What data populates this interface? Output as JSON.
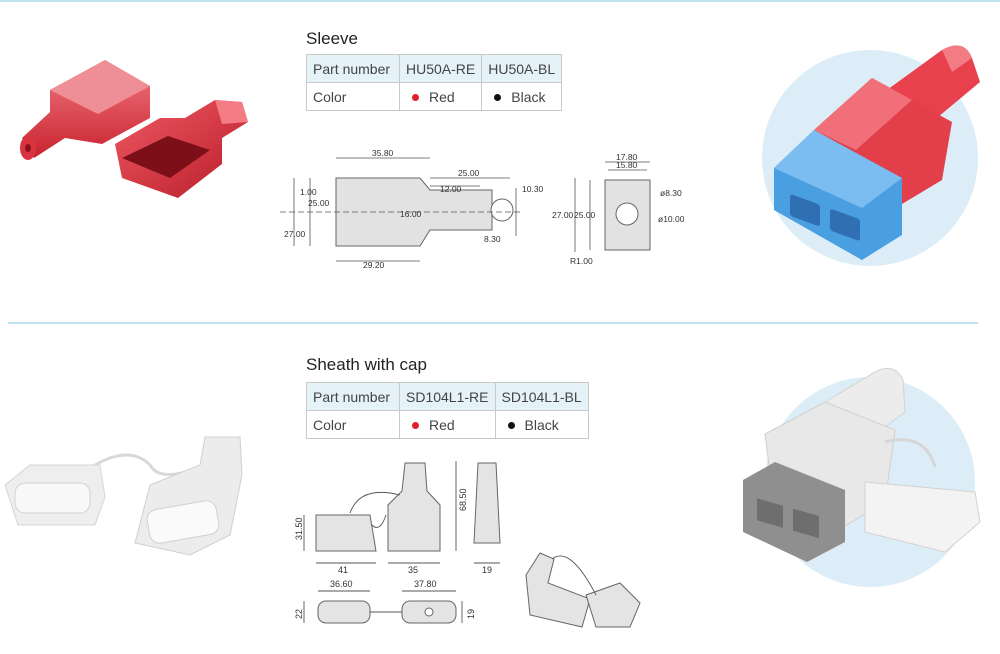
{
  "sleeve": {
    "title": "Sleeve",
    "table": {
      "header_label": "Part number",
      "part_red": "HU50A-RE",
      "part_black": "HU50A-BL",
      "row_label": "Color",
      "color_red": "Red",
      "color_black": "Black"
    },
    "dims": {
      "d1": "35.80",
      "d2": "25.00",
      "d3": "12.00",
      "d4": "10.30",
      "d5": "1.00",
      "d6": "25.00",
      "d7": "27.00",
      "d8": "16.00",
      "d9": "8.30",
      "d10": "29.20",
      "e1": "17.80",
      "e2": "15.80",
      "e3": "ø8.30",
      "e4": "27.00",
      "e5": "25.00",
      "e6": "ø10.00",
      "e7": "R1.00"
    }
  },
  "sheath": {
    "title": "Sheath with cap",
    "table": {
      "header_label": "Part number",
      "part_red": "SD104L1-RE",
      "part_black": "SD104L1-BL",
      "row_label": "Color",
      "color_red": "Red",
      "color_black": "Black"
    },
    "dims": {
      "a1": "31.50",
      "a2": "41",
      "a3": "68.50",
      "a4": "35",
      "a5": "19",
      "a6": "36.60",
      "a7": "37.80",
      "a8": "22",
      "a9": "19"
    }
  },
  "colors": {
    "accent_line": "#bfe3f0",
    "table_header_bg": "#e5f2f8",
    "sleeve_red": "#e8404c",
    "connector_blue": "#4a9fe0",
    "sheath_white": "#ececec",
    "halo": "#dcedf8"
  }
}
